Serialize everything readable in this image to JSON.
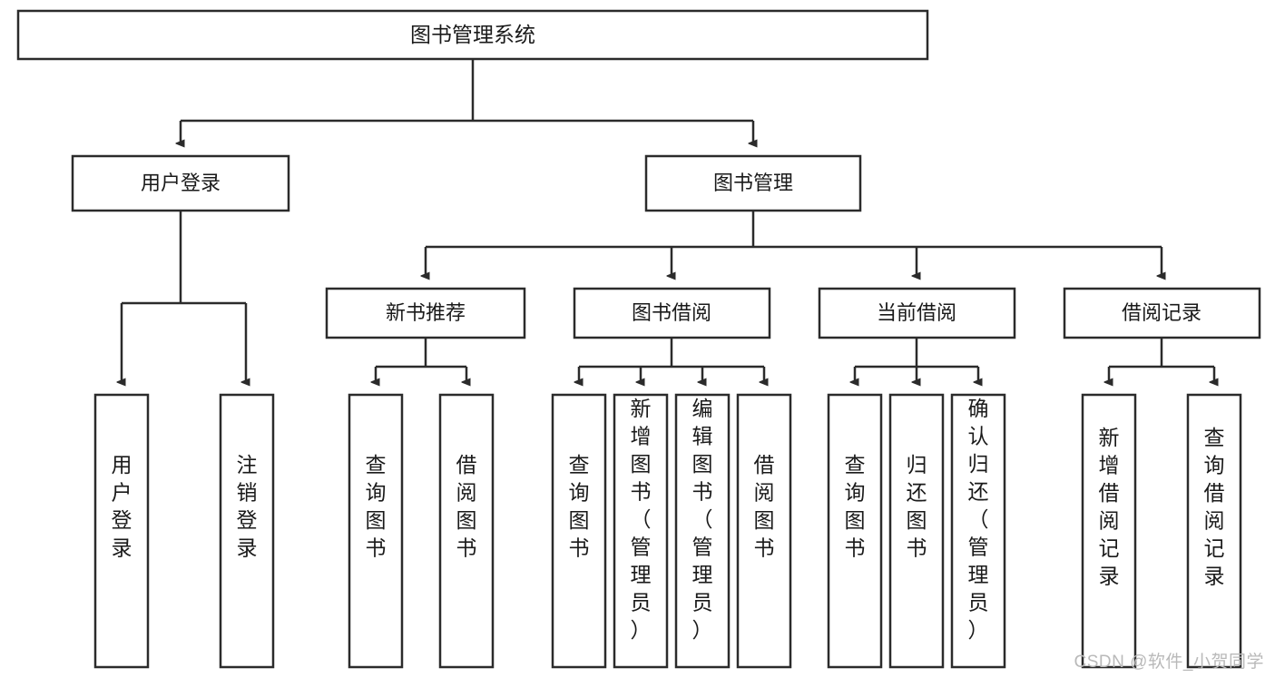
{
  "diagram": {
    "type": "tree-hierarchy",
    "title": "图书管理系统",
    "root": {
      "id": "root",
      "label": "图书管理系统",
      "level": 0
    },
    "level1": [
      {
        "id": "user-login",
        "label": "用户登录"
      },
      {
        "id": "book-manage",
        "label": "图书管理"
      }
    ],
    "level2": [
      {
        "id": "new-book-recommend",
        "label": "新书推荐",
        "parent": "book-manage"
      },
      {
        "id": "book-borrow",
        "label": "图书借阅",
        "parent": "book-manage"
      },
      {
        "id": "current-borrow",
        "label": "当前借阅",
        "parent": "book-manage"
      },
      {
        "id": "borrow-record",
        "label": "借阅记录",
        "parent": "book-manage"
      }
    ],
    "leaves": {
      "user-login": [
        {
          "id": "leaf-user-login",
          "label": "用户登录"
        },
        {
          "id": "leaf-user-logout",
          "label": "注销登录"
        }
      ],
      "new-book-recommend": [
        {
          "id": "leaf-query-book-1",
          "label": "查询图书"
        },
        {
          "id": "leaf-borrow-book-1",
          "label": "借阅图书"
        }
      ],
      "book-borrow": [
        {
          "id": "leaf-query-book-2",
          "label": "查询图书"
        },
        {
          "id": "leaf-add-book",
          "label": "新增图书（管理员）"
        },
        {
          "id": "leaf-edit-book",
          "label": "编辑图书（管理员）"
        },
        {
          "id": "leaf-borrow-book-2",
          "label": "借阅图书"
        }
      ],
      "current-borrow": [
        {
          "id": "leaf-query-book-3",
          "label": "查询图书"
        },
        {
          "id": "leaf-return-book",
          "label": "归还图书"
        },
        {
          "id": "leaf-confirm-return",
          "label": "确认归还（管理员）"
        }
      ],
      "borrow-record": [
        {
          "id": "leaf-add-record",
          "label": "新增借阅记录"
        },
        {
          "id": "leaf-query-record",
          "label": "查询借阅记录"
        }
      ]
    }
  },
  "watermark": {
    "text": "CSDN @软件_小贺同学"
  },
  "colors": {
    "stroke": "#2b2b2b",
    "box_fill": "#ffffff",
    "text": "#1a1a1a",
    "watermark": "#b9b9b9",
    "background": "#ffffff"
  }
}
